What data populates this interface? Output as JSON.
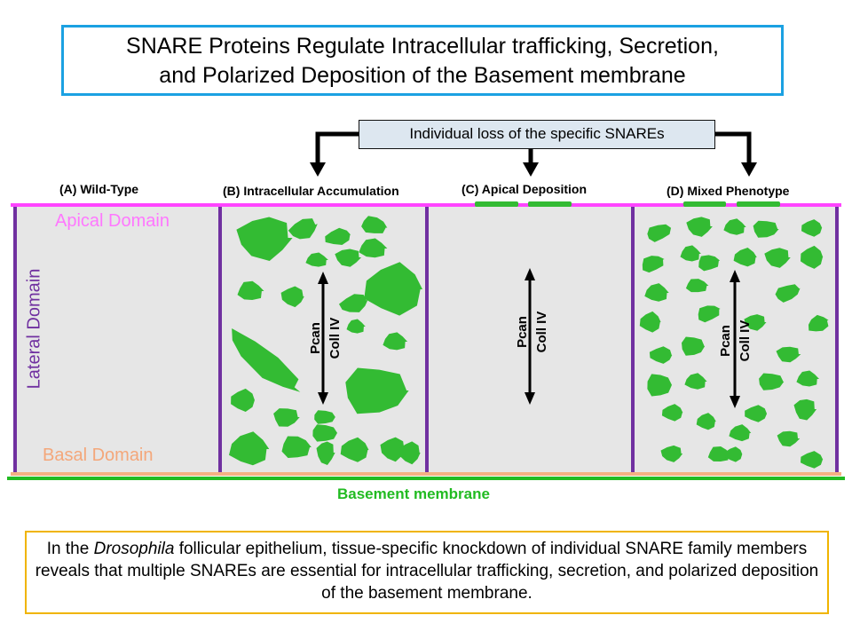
{
  "title": {
    "line1": "SNARE Proteins Regulate Intracellular trafficking, Secretion,",
    "line2": "and Polarized Deposition of the Basement membrane"
  },
  "snare_box": "Individual loss of the specific SNAREs",
  "panels": {
    "a": "(A) Wild-Type",
    "b": "(B) Intracellular Accumulation",
    "c": "(C) Apical Deposition",
    "d": "(D) Mixed Phenotype"
  },
  "domains": {
    "apical": "Apical Domain",
    "lateral": "Lateral Domain",
    "basal": "Basal Domain"
  },
  "basement_membrane": "Basement membrane",
  "markers": {
    "pcan": "Pcan",
    "coll": "Coll IV"
  },
  "caption": {
    "pre": "In the ",
    "italic": "Drosophila",
    "post": " follicular epithelium, tissue-specific knockdown of individual SNARE family members reveals that multiple SNAREs are essential for intracellular trafficking, secretion, and polarized deposition of the basement membrane."
  },
  "colors": {
    "apical": "#ff44ff",
    "lateral": "#7030a0",
    "basal": "#f4b183",
    "basement": "#22bb22",
    "cell_fill": "#e6e6e6",
    "vesicle": "#33bb33",
    "title_border": "#1ba1e2",
    "caption_border": "#f0b400"
  }
}
